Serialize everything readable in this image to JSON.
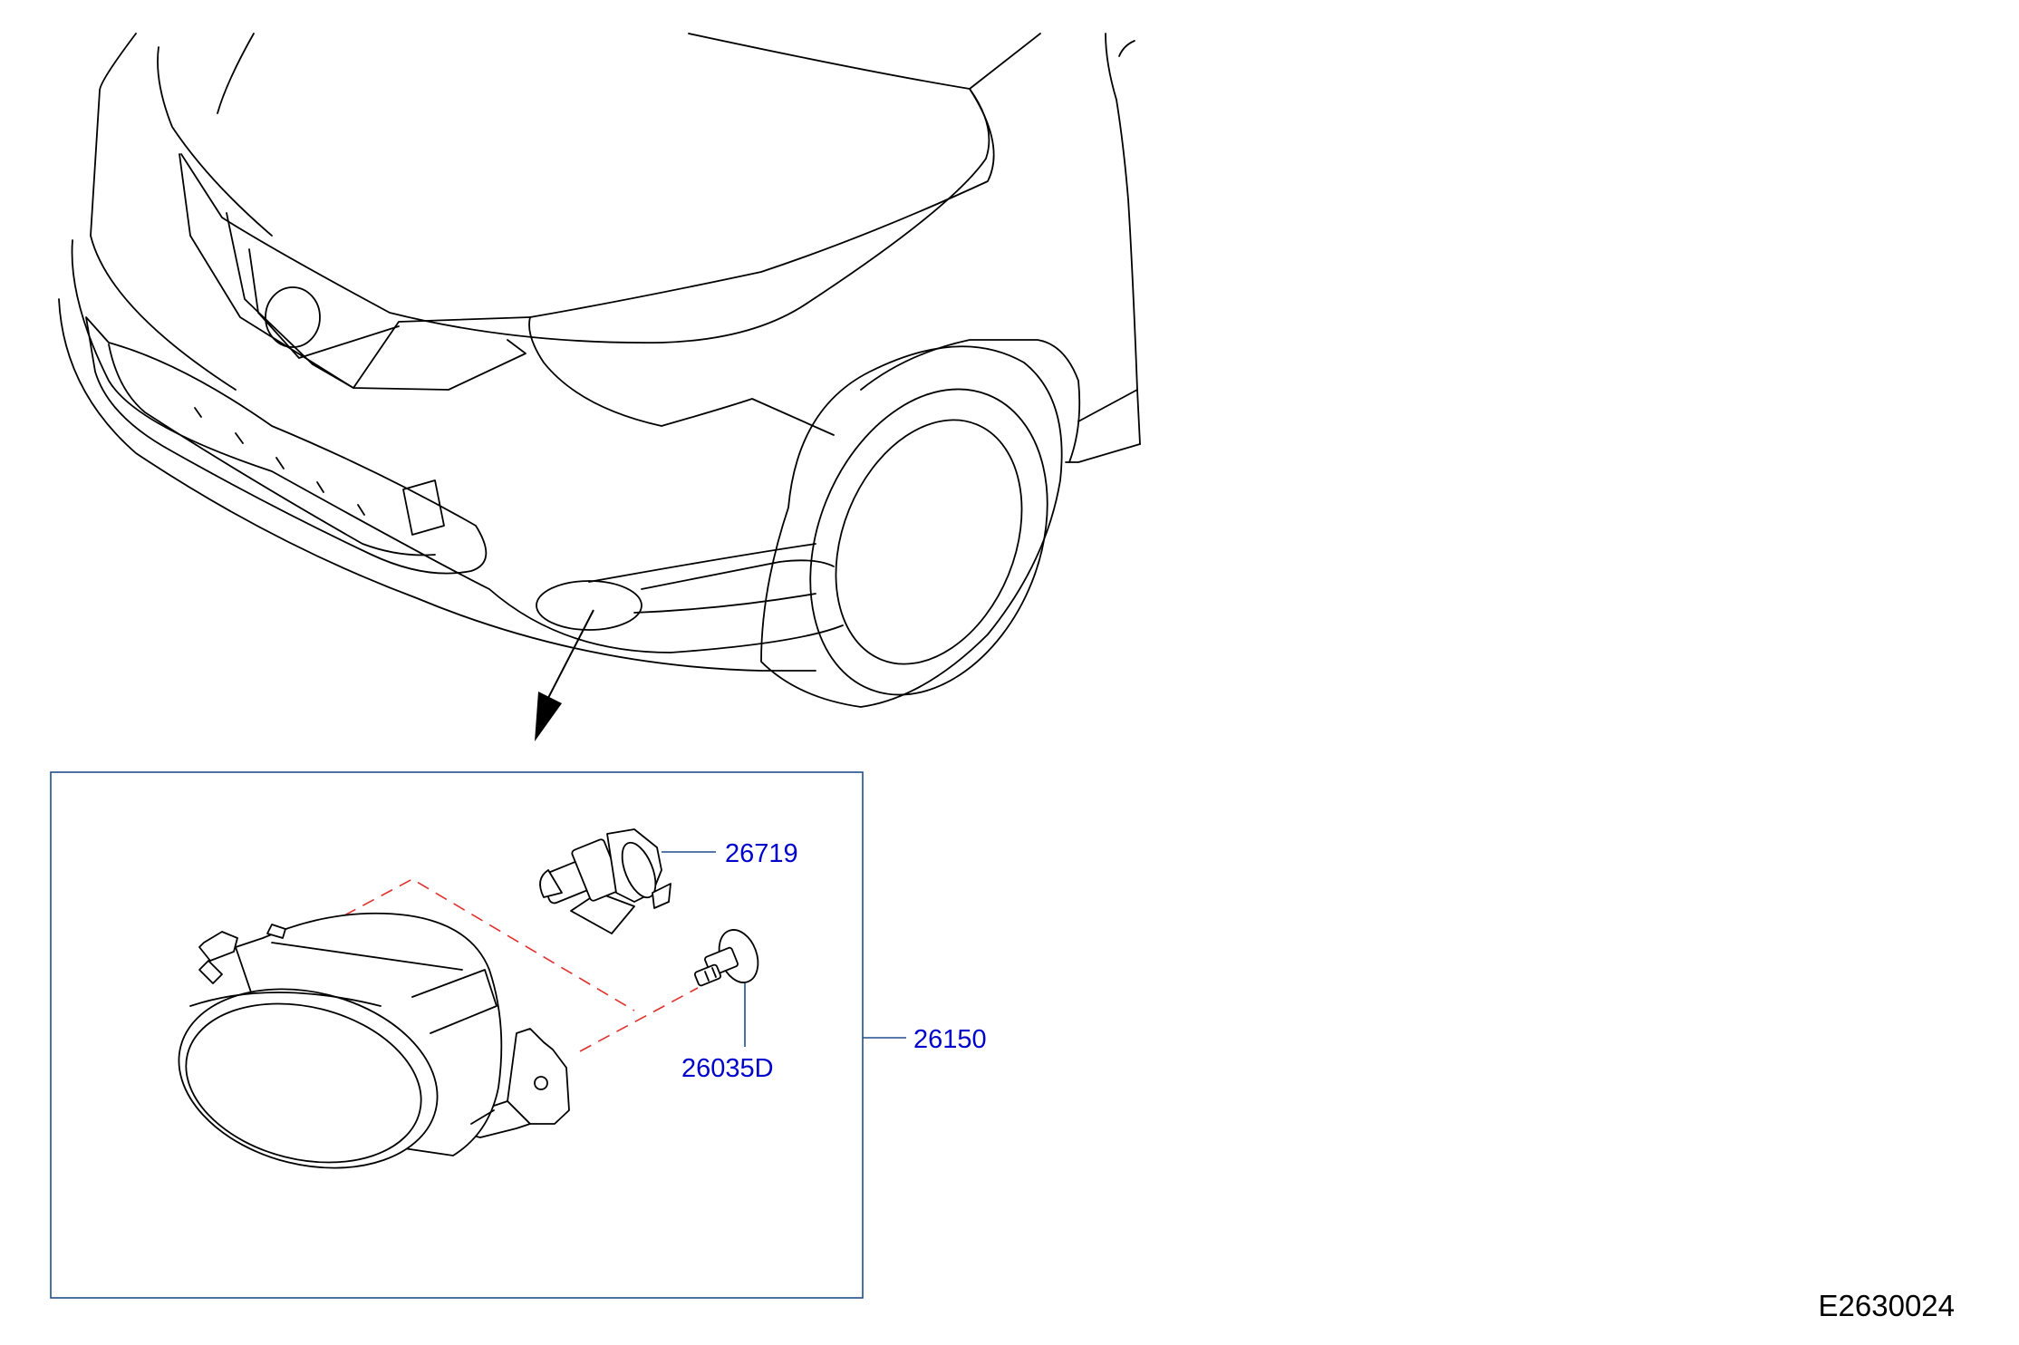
{
  "colors": {
    "line": "#000000",
    "label": "#0000cc",
    "leader": "#1f4e8a",
    "frame": "#1f4e8a",
    "dash": "#e0302c"
  },
  "part_numbers": {
    "bulb": "26719",
    "clip": "26035D",
    "lamp_assembly": "26150"
  },
  "diagram_id": "E2630024"
}
